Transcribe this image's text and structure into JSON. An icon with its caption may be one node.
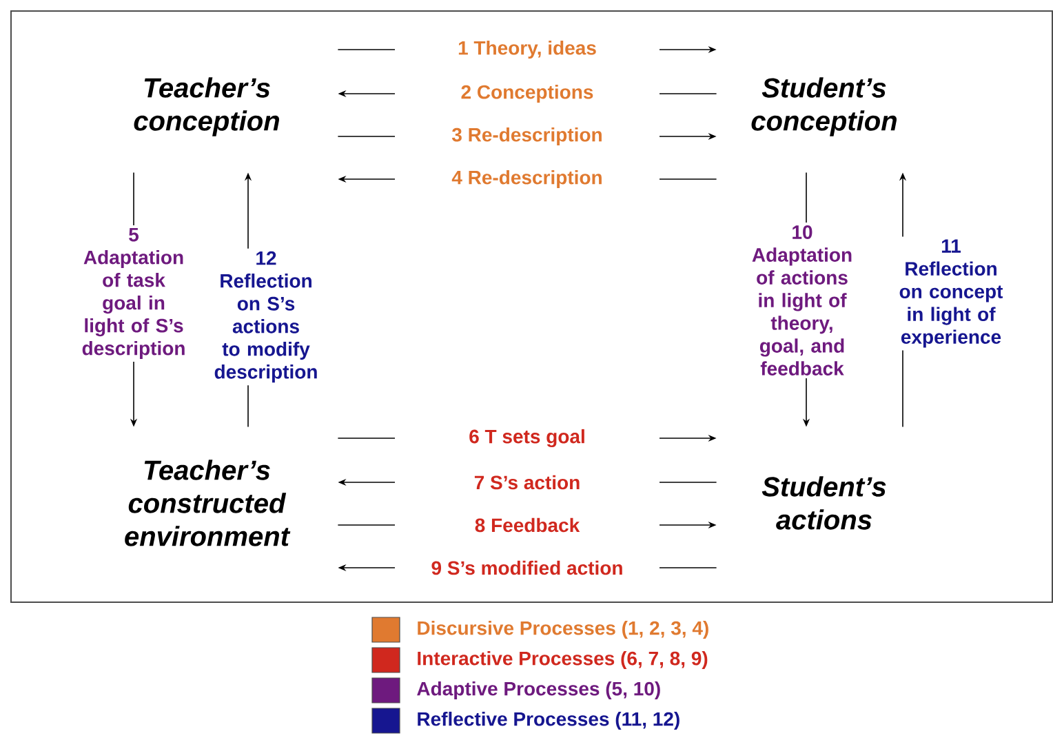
{
  "diagram": {
    "nodes": [
      {
        "text": [
          "Teacher’s conception"
        ]
      },
      {
        "text": [
          "Student’s conception"
        ]
      },
      {
        "text": [
          "Teacher’s constructed environment"
        ]
      },
      {
        "text": [
          "Student’s actions"
        ]
      }
    ],
    "edges": [
      {
        "from": 0,
        "to": 1,
        "arrow": "to",
        "label": "1 Theory, ideas"
      },
      {
        "from": 1,
        "to": 0,
        "arrow": "to",
        "label": "2 Conceptions"
      },
      {
        "from": 0,
        "to": 1,
        "arrow": "to",
        "label": "3 Re-description"
      },
      {
        "from": 1,
        "to": 0,
        "arrow": "to",
        "label": "4 Re-description"
      },
      {
        "from": 0,
        "to": 2,
        "arrow": "to",
        "label": "5 Adaptation of task goal in light of S’s description"
      },
      {
        "from": 2,
        "to": 3,
        "arrow": "to",
        "label": "6 T sets goal"
      },
      {
        "from": 3,
        "to": 2,
        "arrow": "to",
        "label": "7 S’s action"
      },
      {
        "from": 2,
        "to": 3,
        "arrow": "to",
        "label": "8 Feedback"
      },
      {
        "from": 3,
        "to": 2,
        "arrow": "to",
        "label": "9 S’s modified action"
      },
      {
        "from": 1,
        "to": 3,
        "arrow": "to",
        "label": "10 Adaptation of actions in light of theory, goal, and feedback"
      },
      {
        "from": 3,
        "to": 1,
        "arrow": "to",
        "label": "11 Reflection on concept in light of experience"
      },
      {
        "from": 2,
        "to": 0,
        "arrow": "to",
        "label": "12 Reflection on S’s actions to modify description"
      }
    ],
    "legend": [
      {
        "text": "Discursive Processes (1, 2, 3, 4)",
        "color": "#e07a30"
      },
      {
        "text": "Interactive Processes (6, 7, 8, 9)",
        "color": "#d0281e"
      },
      {
        "text": "Adaptive Processes (5, 10)",
        "color": "#6e1a7e"
      },
      {
        "text": "Reflective Processes (11, 12)",
        "color": "#161690"
      }
    ]
  }
}
